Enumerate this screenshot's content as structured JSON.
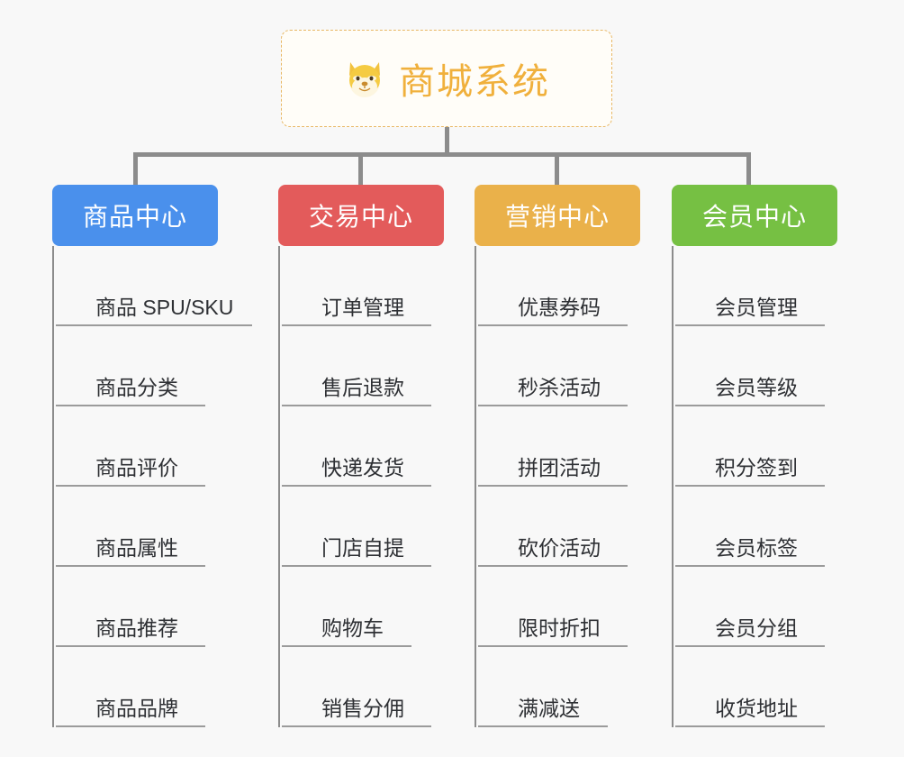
{
  "root": {
    "title": "商城系统",
    "icon": "shiba-dog-emoji",
    "border_color": "#e8b764",
    "text_color": "#f0b03c",
    "background": "#fffdf8"
  },
  "canvas": {
    "background": "#f8f8f8",
    "connector_color": "#8c8c8c"
  },
  "branches": [
    {
      "label": "商品中心",
      "color": "#4a90ec",
      "items": [
        "商品 SPU/SKU",
        "商品分类",
        "商品评价",
        "商品属性",
        "商品推荐",
        "商品品牌"
      ]
    },
    {
      "label": "交易中心",
      "color": "#e35b5b",
      "items": [
        "订单管理",
        "售后退款",
        "快递发货",
        "门店自提",
        "购物车",
        "销售分佣"
      ]
    },
    {
      "label": "营销中心",
      "color": "#eab14a",
      "items": [
        "优惠券码",
        "秒杀活动",
        "拼团活动",
        "砍价活动",
        "限时折扣",
        "满减送"
      ]
    },
    {
      "label": "会员中心",
      "color": "#76c043",
      "items": [
        "会员管理",
        "会员等级",
        "积分签到",
        "会员标签",
        "会员分组",
        "收货地址"
      ]
    }
  ]
}
